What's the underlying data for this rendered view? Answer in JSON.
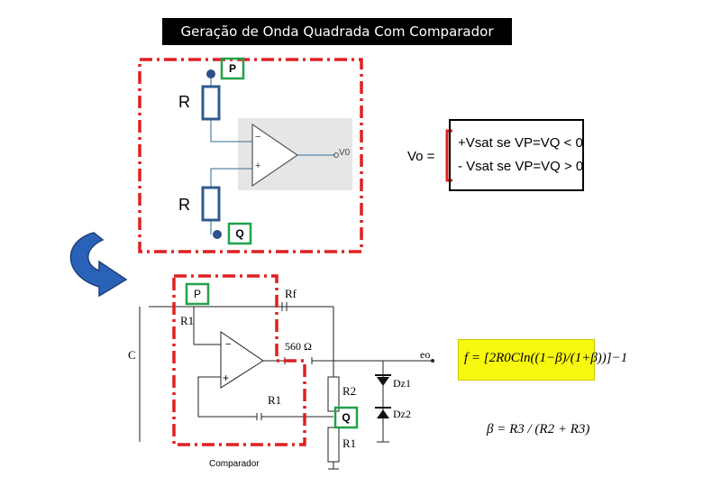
{
  "title": "Geração de Onda Quadrada Com Comparador",
  "top_circuit": {
    "label_p": "P",
    "label_q": "Q",
    "resistor_top": "R",
    "resistor_bottom": "R",
    "minus_sign": "−",
    "plus_sign": "+",
    "output": "V0"
  },
  "equation": {
    "lhs": "Vo =",
    "case1": "+Vsat se VP=VQ < 0",
    "case2": "- Vsat se VP=VQ > 0"
  },
  "bottom_circuit": {
    "label_p": "P",
    "label_q": "Q",
    "rf": "Rf",
    "r1_top": "R1",
    "r1_mid": "R1",
    "r1_bottom": "R1",
    "r2": "R2",
    "c": "C",
    "resistor_560": "560 Ω",
    "eo": "eo",
    "dz1": "Dz1",
    "dz2": "Dz2",
    "minus_sign": "−",
    "plus_sign": "+",
    "caption": "Comparador"
  },
  "formulas": {
    "f": "f = [2R0Cln((1−β)/(1+β))]−1",
    "beta": "β = R3 / (R2 + R3)"
  },
  "colors": {
    "dashed_red": "#e02020",
    "green_box": "#21a24a",
    "resistor_blue": "#2f5b8c",
    "arrow_blue": "#2a62b8",
    "formula_bg": "#f7f710"
  }
}
